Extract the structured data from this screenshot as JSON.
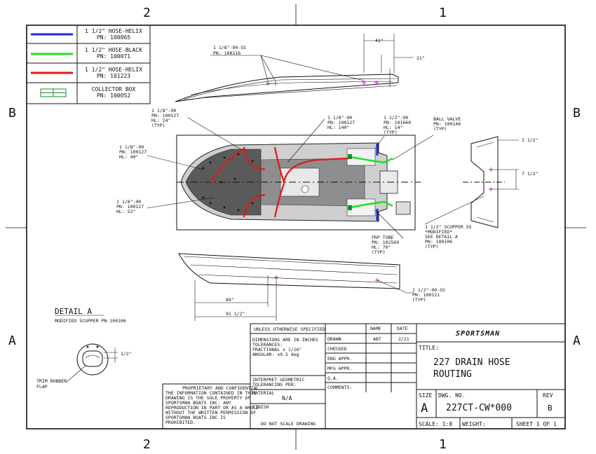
{
  "zones": {
    "top": [
      "2",
      "1"
    ],
    "bottom": [
      "2",
      "1"
    ],
    "left": [
      "B",
      "A"
    ],
    "right": [
      "B",
      "A"
    ]
  },
  "legend": [
    {
      "color": "#1f2bd8",
      "line1": "1 1/2\" HOSE-HELIX",
      "line2": "PN: 100065"
    },
    {
      "color": "#22dd22",
      "line1": "1 1/2\" HOSE-BLACK",
      "line2": "PN: 100071"
    },
    {
      "color": "#e01818",
      "line1": "1 1/2\" HOSE-HELIX",
      "line2": "PN: 101223"
    },
    {
      "color": "#1a8a2a",
      "line1": "COLLECTOR BOX",
      "line2": "PN: 100052"
    }
  ],
  "callouts": {
    "fitting_top_1": "1 1/8\"-90-SS",
    "fitting_top_2": "PN: 100116",
    "dim_41": "41\"",
    "dim_21": "21\"",
    "c1_l1": "1 1/8\"-90",
    "c1_l2": "PN: 100127",
    "c1_l3": "HL: 24\"",
    "c1_l4": "(TYP)",
    "c2_l1": "1 1/8\"-90",
    "c2_l2": "PN: 100127",
    "c2_l3": "HL: 40\"",
    "c3_l1": "1 1/8\"-90",
    "c3_l2": "PN: 100127",
    "c3_l3": "HL: 52\"",
    "c4_l1": "1 1/8\"-90",
    "c4_l2": "PN: 100127",
    "c4_l3": "HL: 140\"",
    "c5_l1": "1 1/2\"-90",
    "c5_l2": "PN: 101660",
    "c5_l3": "HL: 14\"",
    "c5_l4": "(TYP)",
    "c6_l1": "BALL VALVE",
    "c6_l2": "PN: 100146",
    "c6_l3": "(TYP)",
    "c7_l1": "FRP TUBE",
    "c7_l2": "PN: 102569",
    "c7_l3": "HL: 70\"",
    "c7_l4": "(TYP)",
    "c8_l1": "1 1/2\" SCUPPER SS",
    "c8_l2": "*MODIFIED*",
    "c8_l3": "SEE DETAIL A",
    "c8_l4": "PN: 100106",
    "c8_l5": "(TYP)",
    "dim_2_5": "2 1/2\"",
    "dim_7_5": "7 1/2\"",
    "dim_89": "89\"",
    "dim_91_5": "91 1/2\"",
    "c9_l1": "1 1/2\"-90-SS",
    "c9_l2": "PN: 100121",
    "c9_l3": "(TYP)"
  },
  "detail": {
    "title": "DETAIL A",
    "subtitle": "MODIFIED SCUPPER PN 100106",
    "dim": "1/2\"",
    "flap_l1": "TRIM RUBBER",
    "flap_l2": "FLAP"
  },
  "proprietary": {
    "lines": [
      "PROPRIETARY AND CONFIDENTIAL",
      "THE INFORMATION CONTAINED IN THIS",
      "DRAWING IS THE SOLE PROPERTY OF",
      "SPORTSMAN BOATS INC. ANY",
      "REPRODUCTION IN PART OR AS A WHOLE",
      "WITHOUT THE WRITTEN PERMISSION OF",
      "SPORTSMAN BOATS INC IS",
      "PROHIBITED."
    ]
  },
  "title_block": {
    "unless": "UNLESS OTHERWISE SPECIFIED",
    "dims_l1": "DIMENSIONS ARE IN INCHES",
    "dims_l2": "TOLERANCES:",
    "dims_l3": "FRACTIONAL ± 1/16\"",
    "dims_l4": "ANGULAR: ±0.5 deg",
    "interpret_l1": "INTERPRET GEOMETRIC",
    "interpret_l2": "TOLERANCING PER:",
    "material_label": "MATERIAL",
    "material_value": "N/A",
    "finish_label": "FINISH",
    "no_scale": "DO NOT SCALE DRAWING",
    "name_header": "NAME",
    "date_header": "DATE",
    "rows": [
      "DRAWN",
      "CHECKED",
      "ENG APPR.",
      "MFG APPR.",
      "Q.A.",
      "COMMENTS:"
    ],
    "drawn_name": "ABT",
    "drawn_date": "2/21",
    "brand": "SPORTSMAN",
    "title_label": "TITLE:",
    "title_l1": "227 DRAIN HOSE",
    "title_l2": "ROUTING",
    "size_label": "SIZE",
    "size_value": "A",
    "dwg_label": "DWG. NO.",
    "dwg_value": "227CT-CW*000",
    "rev_label": "REV",
    "rev_value": "B",
    "scale": "SCALE: 1:8",
    "weight": "WEIGHT:",
    "sheet": "SHEET 1 OF 1"
  }
}
